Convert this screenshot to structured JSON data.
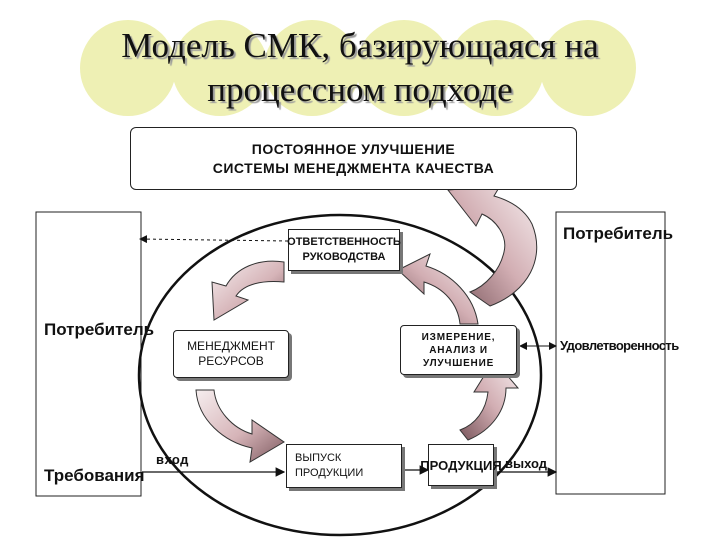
{
  "title": {
    "line1": "Модель СМК, базирующаяся на",
    "line2": "процессном подходе"
  },
  "improvement": {
    "line1": "ПОСТОЯННОЕ УЛУЧШЕНИЕ",
    "line2": "СИСТЕМЫ МЕНЕДЖМЕНТА КАЧЕСТВА"
  },
  "responsibility": {
    "line1": "ОТВЕТСТВЕННОСТЬ",
    "line2": "РУКОВОДСТВА"
  },
  "resources": {
    "line1": "МЕНЕДЖМЕНТ",
    "line2": "РЕСУРСОВ"
  },
  "measurement": {
    "line1": "ИЗМЕРЕНИЕ,",
    "line2": "АНАЛИЗ И",
    "line3": "УЛУЧШЕНИЕ"
  },
  "output_process": {
    "line1": "ВЫПУСК",
    "line2": "ПРОДУКЦИИ"
  },
  "product": "ПРОДУКЦИЯ",
  "left_panel": {
    "consumer": "Потребитель",
    "requirements": "Требования"
  },
  "right_panel": {
    "consumer": "Потребитель",
    "satisfaction": "Удовлетворенность"
  },
  "flow": {
    "input": "вход",
    "output": "выход"
  },
  "colors": {
    "decor_circle": "#eef0b4",
    "arrow_light": "#f3e9ea",
    "arrow_dark": "#7e5a60"
  }
}
